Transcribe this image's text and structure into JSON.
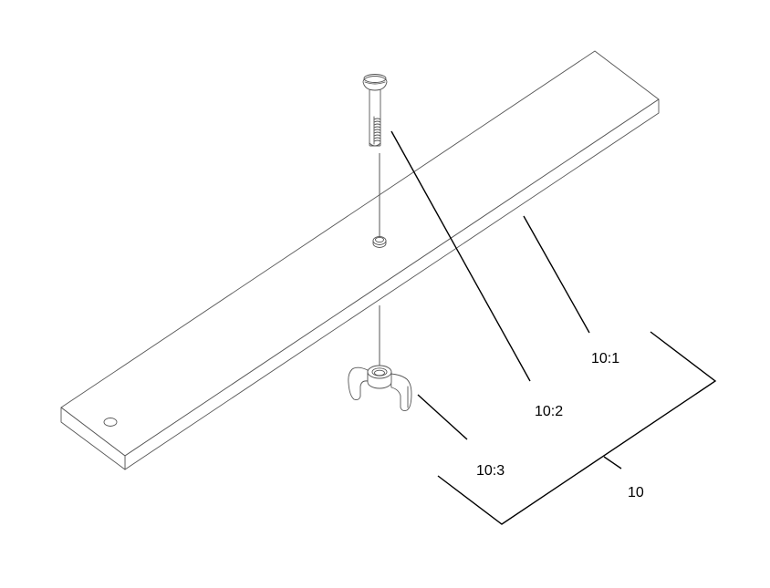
{
  "diagram": {
    "type": "exploded-assembly-view",
    "background": "#ffffff",
    "line_color": "#555555",
    "leader_color": "#000000",
    "parts": [
      {
        "id": "10:1",
        "name": "board",
        "description": "long rectangular plank with two holes"
      },
      {
        "id": "10:2",
        "name": "bolt",
        "description": "round-head threaded bolt"
      },
      {
        "id": "10:3",
        "name": "wing-nut",
        "description": "wing nut"
      }
    ],
    "callouts": {
      "assembly": "10",
      "board": "10:1",
      "bolt": "10:2",
      "wing_nut": "10:3"
    }
  }
}
